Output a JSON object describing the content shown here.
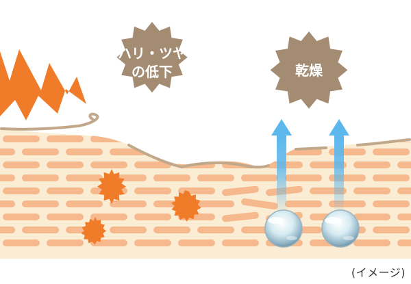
{
  "labels": {
    "firmness_line1": "ハリ・ツヤ",
    "firmness_line2": "の低下",
    "dryness": "乾燥",
    "caption": "(イメージ)"
  },
  "colors": {
    "skin_base": "#fbecd4",
    "skin_cells": "#f5b98d",
    "skin_line": "#c2a88a",
    "damage_burst": "#f07c2a",
    "badge": "#a48c73",
    "arrow": "#5cb7ec",
    "text": "#333333"
  },
  "icons": {
    "damage": "lightning-burst-icon",
    "free_radical": "starburst-icon",
    "badge": "spiky-badge-icon",
    "moisture": "water-droplet-icon",
    "evaporation": "arrow-up-icon"
  }
}
